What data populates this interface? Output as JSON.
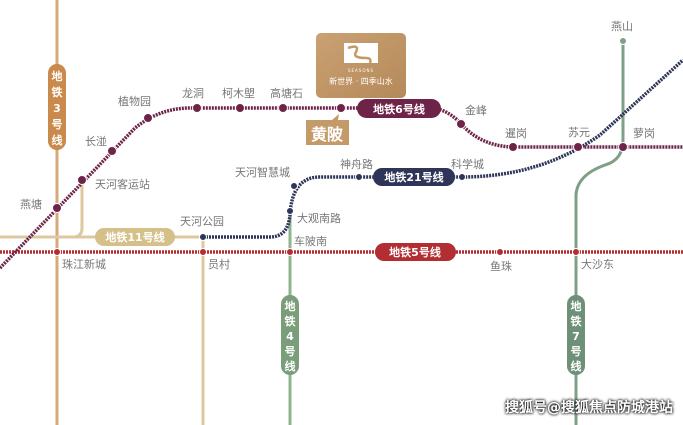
{
  "lines": {
    "l3": {
      "label_chars": [
        "地",
        "铁",
        "3",
        "号",
        "线"
      ],
      "color": "#c98a4b"
    },
    "l4": {
      "label_chars": [
        "地",
        "铁",
        "4",
        "号",
        "线"
      ],
      "color": "#7a9e7a"
    },
    "l5": {
      "label": "地铁5号线",
      "color": "#b22e32"
    },
    "l6": {
      "label": "地铁6号线",
      "color": "#6e2448"
    },
    "l7": {
      "label_chars": [
        "地",
        "铁",
        "7",
        "号",
        "线"
      ],
      "color": "#6e8f78"
    },
    "l11": {
      "label": "地铁11号线",
      "color": "#d5c08a"
    },
    "l21": {
      "label": "地铁21号线",
      "color": "#2e3558"
    }
  },
  "stations": {
    "yantang": "燕塘",
    "tianhe_keyun": "天河客运站",
    "changban": "长湴",
    "zhiwuyuan": "植物园",
    "longdong": "龙洞",
    "kemulang": "柯木塱",
    "gaotangshi": "高塘石",
    "huangbei": "黄陂",
    "jinfeng": "金峰",
    "xiangang": "暹岗",
    "suyuan": "苏元",
    "luogang": "萝岗",
    "yanshan": "燕山",
    "tianhe_zhihuicheng": "天河智慧城",
    "shenzhoulu": "神舟路",
    "kexuecheng": "科学城",
    "daguannanlu": "大观南路",
    "tianhe_gongyuan": "天河公园",
    "chebeinan": "车陂南",
    "zhujiang_xincheng": "珠江新城",
    "yuncun": "员村",
    "yuzhu": "鱼珠",
    "dashadong": "大沙东"
  },
  "logo": {
    "brand_en": "SEASONS",
    "brand_cn": "新世界 · 四季山水"
  },
  "watermark": "搜狐号@搜狐焦点防城港站"
}
